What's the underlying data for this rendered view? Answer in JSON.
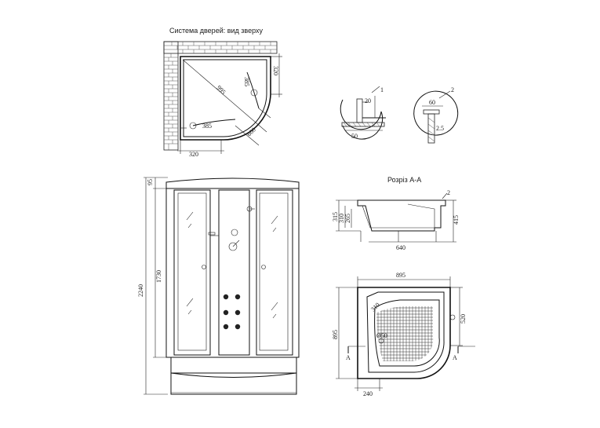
{
  "labels": {
    "door_system": "Система дверей: вид зверху",
    "section_aa": "Розріз А-А"
  },
  "top_view": {
    "dims": {
      "d_995": "995",
      "d_385_a": "385",
      "d_320_side": "320",
      "d_385_b": "385",
      "d_600": "600",
      "d_320_bottom": "320"
    }
  },
  "details": {
    "callout_1": "1",
    "callout_2": "2",
    "d1_20": "20",
    "d1_50": "50",
    "d2_60": "60",
    "d2_25": "2.5"
  },
  "front_view": {
    "dims": {
      "d_95": "95",
      "d_1730": "1730",
      "d_2240": "2240"
    }
  },
  "section": {
    "callout": "2",
    "dims": {
      "d_315": "315",
      "d_310": "310",
      "d_265": "265",
      "d_415": "415",
      "d_640": "640"
    }
  },
  "tray_plan": {
    "dims": {
      "d_895_top": "895",
      "d_895_left": "895",
      "d_520": "520",
      "d_240": "240",
      "d_310": "310",
      "d_950": "Ø50"
    },
    "section_marks": [
      "A",
      "A"
    ]
  }
}
